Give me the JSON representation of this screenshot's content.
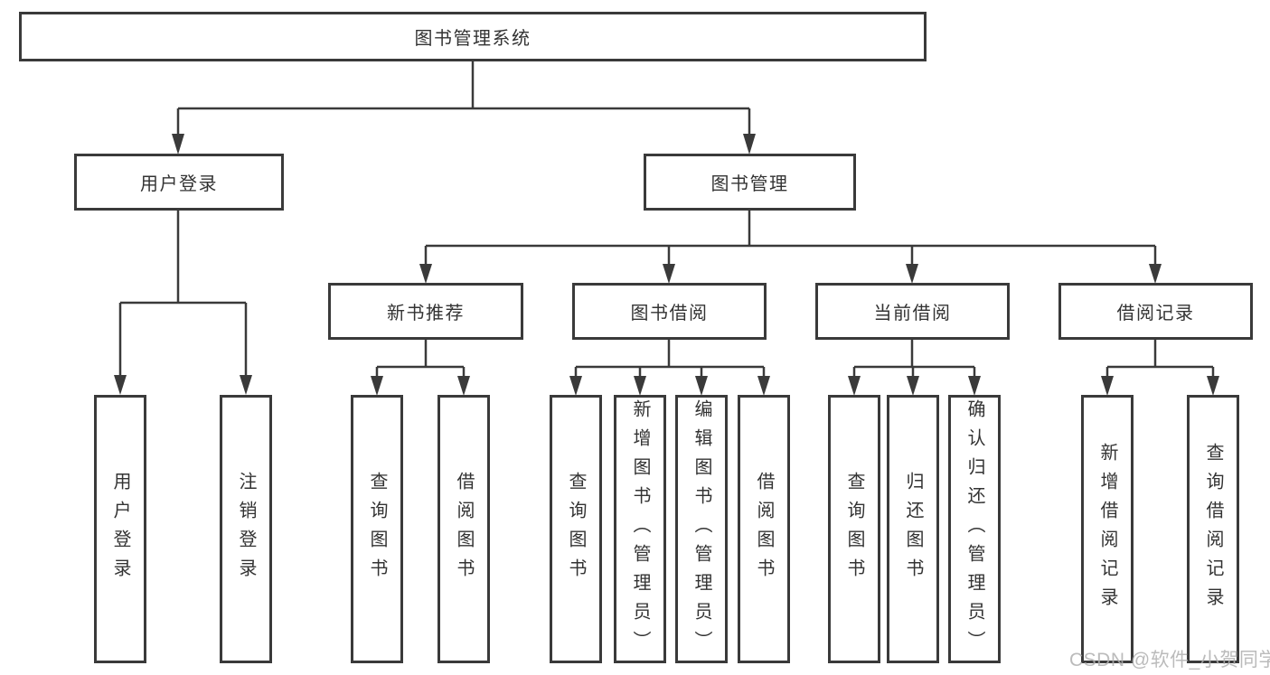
{
  "root": {
    "label": "图书管理系统"
  },
  "level2": {
    "user_login": {
      "label": "用户登录"
    },
    "book_mgmt": {
      "label": "图书管理"
    }
  },
  "level3": {
    "new_books": {
      "label": "新书推荐"
    },
    "borrow": {
      "label": "图书借阅"
    },
    "current": {
      "label": "当前借阅"
    },
    "records": {
      "label": "借阅记录"
    }
  },
  "leaves": {
    "user_login": {
      "label": "用户登录"
    },
    "logout": {
      "label": "注销登录"
    },
    "nb_query": {
      "label": "查询图书"
    },
    "nb_borrow": {
      "label": "借阅图书"
    },
    "bb_query": {
      "label": "查询图书"
    },
    "bb_add": {
      "label": "新增图书（管理员）"
    },
    "bb_edit": {
      "label": "编辑图书（管理员）"
    },
    "bb_borrow": {
      "label": "借阅图书"
    },
    "cb_query": {
      "label": "查询图书"
    },
    "cb_return": {
      "label": "归还图书"
    },
    "cb_confirm": {
      "label": "确认归还（管理员）"
    },
    "rec_add": {
      "label": "新增借阅记录"
    },
    "rec_query": {
      "label": "查询借阅记录"
    }
  },
  "watermark": {
    "text": "CSDN @软件_小贺同学"
  },
  "colors": {
    "line": "#3a3a3a",
    "text": "#333333",
    "background": "#ffffff",
    "watermark": "#afafaf"
  }
}
